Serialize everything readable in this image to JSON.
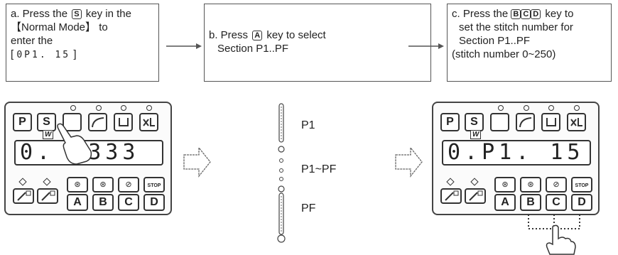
{
  "steps": {
    "a": {
      "line1_pre": "a. Press the",
      "key": "S",
      "line1_post": "key in the",
      "line2": "【Normal Mode】 to",
      "line3": "enter the",
      "line4_bracket_open": "[",
      "line4_code": "0P1.  15",
      "line4_bracket_close": "]"
    },
    "b": {
      "line1_pre": "b. Press",
      "key": "A",
      "line1_post": "key to select",
      "line2": "Section P1..PF"
    },
    "c": {
      "line1_pre": "c. Press the",
      "keys": [
        "B",
        "C",
        "D"
      ],
      "line1_post": "key to",
      "line2": "set the stitch number for",
      "line3": "Section P1..PF",
      "line4": "(stitch number 0~250)"
    }
  },
  "left_panel": {
    "top_keys": [
      "P",
      "S"
    ],
    "w_label": "W",
    "display": "0.  3333",
    "letter_keys": [
      "A",
      "B",
      "C",
      "D"
    ],
    "stop_label": "STOP"
  },
  "right_panel": {
    "top_keys": [
      "P",
      "S"
    ],
    "w_label": "W",
    "display": "0.P1.  15",
    "letter_keys": [
      "A",
      "B",
      "C",
      "D"
    ],
    "stop_label": "STOP"
  },
  "sections": {
    "p1": "P1",
    "p1pf": "P1~PF",
    "pf": "PF"
  },
  "icons": {
    "step_arrow": "right-arrow-icon",
    "flow_arrow": "hollow-right-arrow-icon",
    "hand": "pointing-hand-icon"
  }
}
